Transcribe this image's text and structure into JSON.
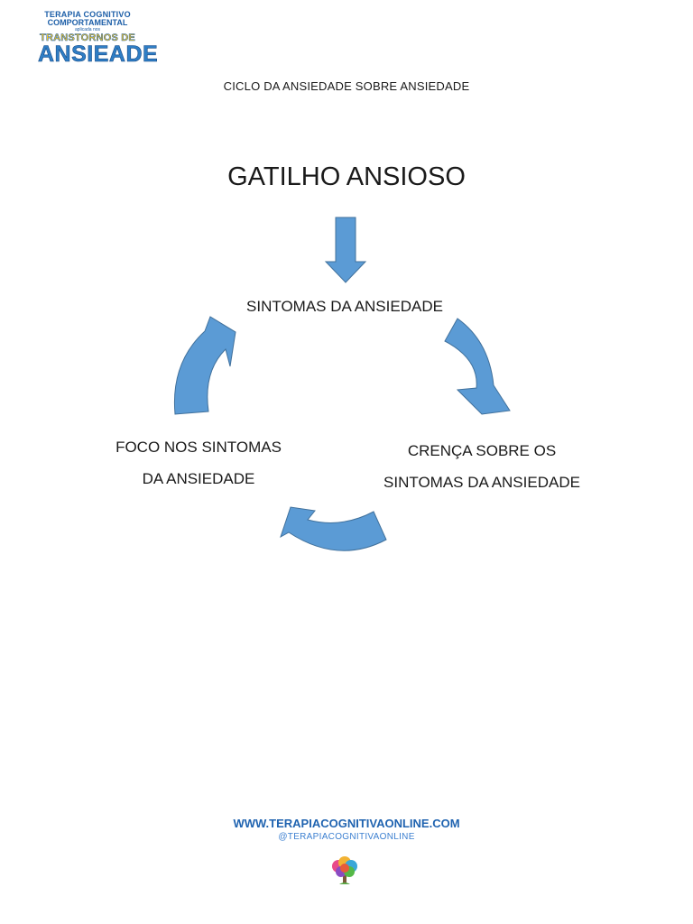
{
  "logo": {
    "line1": "TERAPIA COGNITIVO",
    "line2": "COMPORTAMENTAL",
    "line3": "aplicada nos",
    "line4": "TRANSTORNOS DE",
    "line5": "ANSIEADE"
  },
  "document": {
    "title": "CICLO DA ANSIEDADE SOBRE ANSIEDADE"
  },
  "diagram": {
    "trigger": "GATILHO ANSIOSO",
    "nodes": {
      "top": "SINTOMAS DA ANSIEDADE",
      "right_line1": "CRENÇA SOBRE OS",
      "right_line2": "SINTOMAS DA ANSIEDADE",
      "left_line1": "FOCO NOS SINTOMAS",
      "left_line2": "DA ANSIEDADE"
    },
    "arrow_fill": "#5b9bd5",
    "arrow_stroke": "#41719c"
  },
  "footer": {
    "url": "WWW.TERAPIACOGNITIVAONLINE.COM",
    "handle": "@TERAPIACOGNITIVAONLINE"
  }
}
